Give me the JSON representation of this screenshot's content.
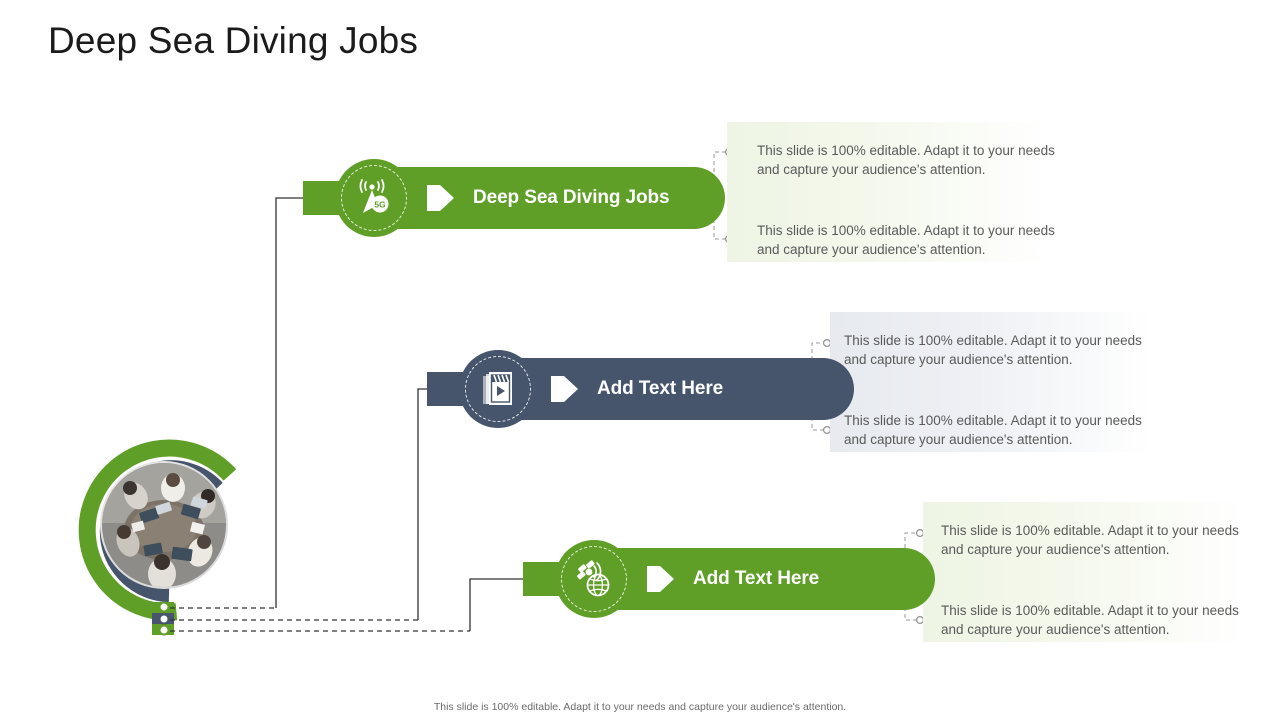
{
  "slide": {
    "title": "Deep Sea Diving Jobs",
    "footer_note": "This slide is 100% editable. Adapt it to your needs and capture your audience's attention."
  },
  "colors": {
    "green": "#5F9F27",
    "slate": "#46546C",
    "title_text": "#1b1b1b",
    "body_text": "#5a5a5a",
    "panel_green_tint": "#eef5e4",
    "panel_slate_tint": "#e7eaef"
  },
  "left_graphic": {
    "name": "circular-arc-photo-graphic",
    "outer_arc_color": "#5F9F27",
    "inner_arc_color": "#46546C",
    "photo_alt": "team working around a table with laptops",
    "anchor_dots": [
      {
        "color": "#5F9F27"
      },
      {
        "color": "#46546C"
      },
      {
        "color": "#5F9F27"
      }
    ]
  },
  "nodes": [
    {
      "id": "node-1",
      "label": "Deep Sea Diving Jobs",
      "color": "#5F9F27",
      "icon": "cell-tower-5g-icon",
      "panel_tint": "green",
      "lines": [
        "This slide is 100% editable. Adapt it to your needs and capture your audience's attention.",
        "This slide is 100% editable. Adapt it to your needs and capture your audience's attention."
      ]
    },
    {
      "id": "node-2",
      "label": "Add Text Here",
      "color": "#46546C",
      "icon": "clapperboard-video-icon",
      "panel_tint": "slate",
      "lines": [
        "This slide is 100% editable. Adapt it to your needs and capture your audience's attention.",
        "This slide is 100% editable. Adapt it to your needs and capture your audience's attention."
      ]
    },
    {
      "id": "node-3",
      "label": "Add Text Here",
      "color": "#5F9F27",
      "icon": "satellite-globe-icon",
      "panel_tint": "green",
      "lines": [
        "This slide is 100% editable. Adapt it to your needs and capture your audience's attention.",
        "This slide is 100% editable. Adapt it to your needs and capture your audience's attention."
      ]
    }
  ]
}
